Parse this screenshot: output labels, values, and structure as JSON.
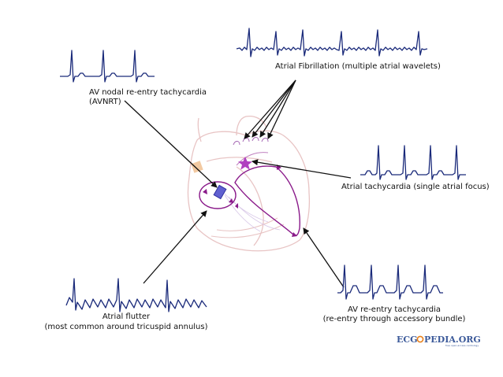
{
  "labels": {
    "afib": "Atrial Fibrillation (multiple atrial wavelets)",
    "avnrt_1": "AV nodal re-entry tachycardia",
    "avnrt_2": "(AVNRT)",
    "atach": "Atrial tachycardia (single atrial focus)",
    "avrt_1": "AV re-entry tachycardia",
    "avrt_2": "(re-entry through accessory bundle)",
    "flutter_1": "Atrial flutter",
    "flutter_2": "(most common around tricuspid annulus)"
  },
  "logo": {
    "left": "ECG",
    "right": "PEDIA.ORG",
    "tagline": "free open-access cardiology"
  },
  "colors": {
    "ecg_trace": "#1a2a7a",
    "arrow": "#111111",
    "heart_outline": "#e8c4c4",
    "circuit": "#8a1a8a",
    "logo_blue": "#3c5a9a",
    "logo_orange": "#e8801a"
  }
}
